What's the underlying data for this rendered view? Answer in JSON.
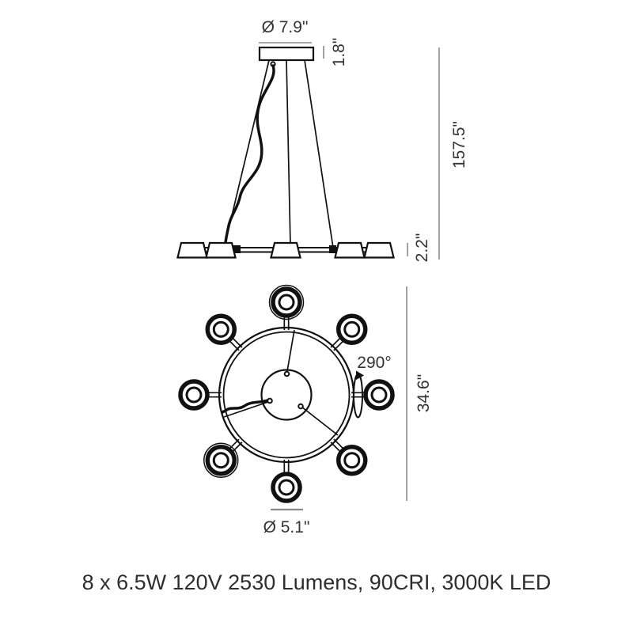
{
  "figure": {
    "type": "lighting-fixture-dimension-diagram",
    "background": "#ffffff"
  },
  "colors": {
    "drawing_line": "#111111",
    "dimension_line": "#8a8a8a",
    "dimension_text": "#333333",
    "spec_text": "#2e2e2e"
  },
  "side_view": {
    "name": "side elevation of suspension chandelier",
    "dimensions": {
      "canopy_diameter": "Ø 7.9\"",
      "canopy_height": "1.8\"",
      "suspension_drop": "157.5\"",
      "fixture_height": "2.2\""
    }
  },
  "plan_view": {
    "name": "bottom plan of ring with 8 heads",
    "head_count": 8,
    "dimensions": {
      "overall_diameter": "34.6\"",
      "head_diameter": "Ø 5.1\"",
      "head_rotation": "290°"
    }
  },
  "footer": {
    "spec": "8 x 6.5W 120V 2530 Lumens, 90CRI, 3000K LED"
  }
}
